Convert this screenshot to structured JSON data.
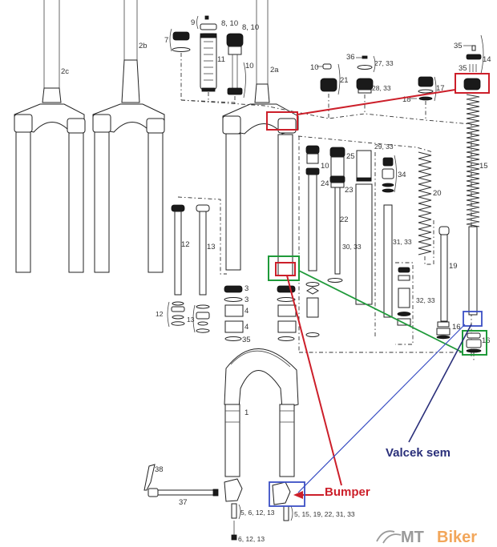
{
  "diagram": {
    "title": "Suspension fork exploded parts diagram",
    "part_labels": {
      "p2c": "2c",
      "p2b": "2b",
      "p2a": "2a",
      "p7": "7",
      "p9": "9",
      "p8_10a": "8, 10",
      "p8_10b": "8, 10",
      "p10a": "10",
      "p11": "11",
      "p10b": "10",
      "p21": "21",
      "p36": "36",
      "p27_33": "27, 33",
      "p28_33": "28, 33",
      "p17": "17",
      "p18": "18",
      "p35a": "35",
      "p35b": "35",
      "p14": "14",
      "p15": "15",
      "p10c": "10",
      "p24": "24",
      "p25": "25",
      "p23": "23",
      "p22": "22",
      "p29_33": "29, 33",
      "p30_33": "30, 33",
      "p34": "34",
      "p31_33": "31, 33",
      "p20": "20",
      "p19": "19",
      "p32_33": "32, 33",
      "p16a": "16",
      "p16b": "16",
      "p12a": "12",
      "p13a": "13",
      "p12b": "12",
      "p13b": "13",
      "p3a": "3",
      "p3b": "3",
      "p4a": "4",
      "p4b": "4",
      "p35c": "35",
      "p1": "1",
      "p38": "38",
      "p37": "37",
      "p5_6_12_13": "5, 6, 12, 13",
      "p6_12_13": "6, 12, 13",
      "p5_15_19": "5, 15, 19, 22, 31, 33"
    },
    "annotations": {
      "bumper": "Bumper",
      "valcek": "Valcek sem"
    },
    "annotation_colors": {
      "red": "#cc1f2a",
      "green": "#1f9a3a",
      "blue": "#3a4fc4",
      "navy": "#2a2f7a"
    }
  },
  "watermark": {
    "logo_prefix": "MT",
    "logo_suffix": "Biker"
  }
}
